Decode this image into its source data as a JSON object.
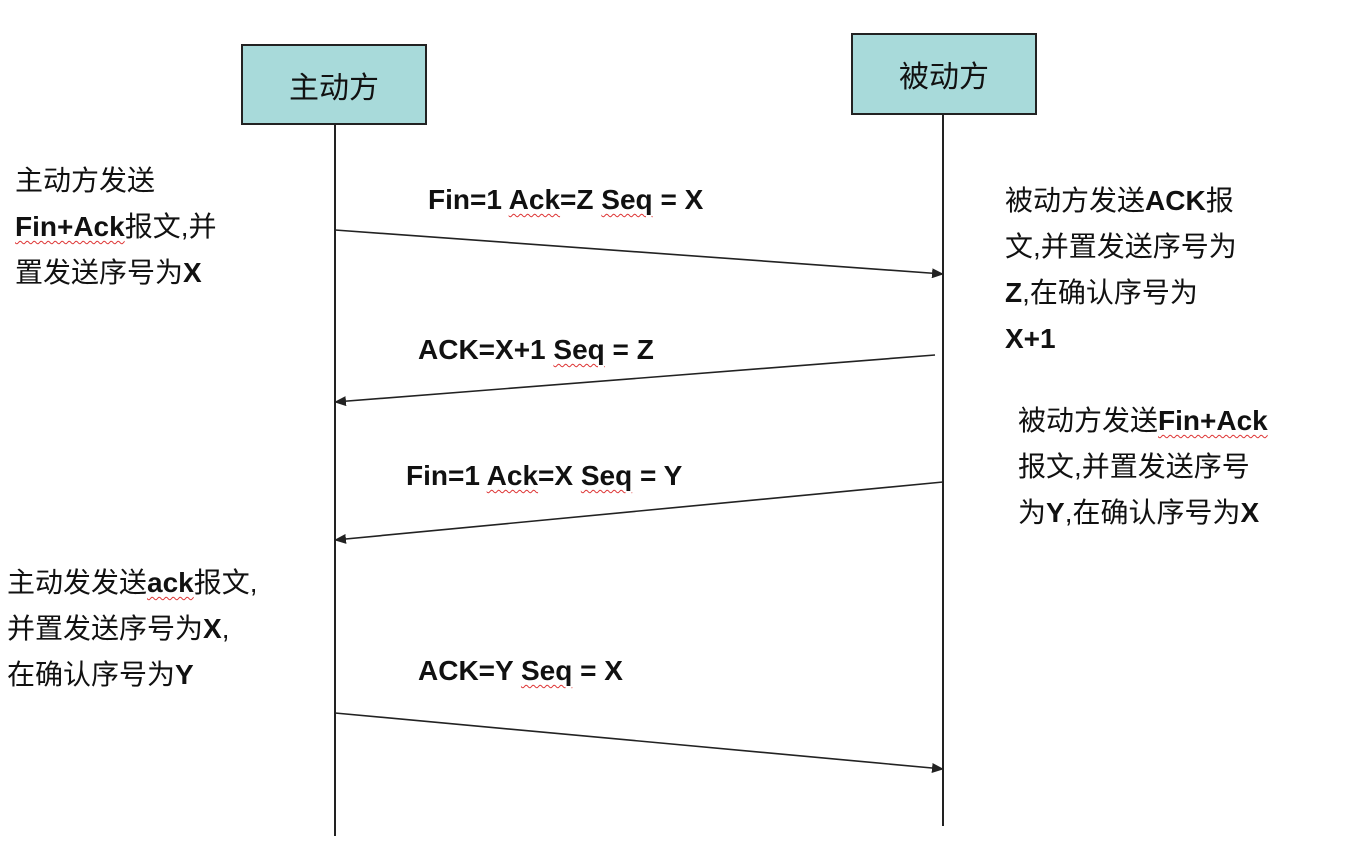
{
  "participants": {
    "active": "主动方",
    "passive": "被动方"
  },
  "messages": [
    {
      "label": "Fin=1 Ack=Z Seq = X",
      "from": "active",
      "to": "passive"
    },
    {
      "label": "ACK=X+1 Seq = Z",
      "from": "passive",
      "to": "active"
    },
    {
      "label": "Fin=1 Ack=X Seq = Y",
      "from": "passive",
      "to": "active"
    },
    {
      "label": "ACK=Y Seq = X",
      "from": "active",
      "to": "passive"
    }
  ],
  "notes": [
    {
      "lines": [
        [
          [
            "主动方发送",
            0
          ]
        ],
        [
          [
            "Fin+Ack",
            1,
            1
          ],
          [
            "报文,并",
            0
          ]
        ],
        [
          [
            "置发送序号为",
            0
          ],
          [
            "X",
            1
          ]
        ]
      ]
    },
    {
      "lines": [
        [
          [
            "被动方发送",
            0
          ],
          [
            "ACK",
            1
          ],
          [
            "报",
            0
          ]
        ],
        [
          [
            "文,并置发送序号为",
            0
          ]
        ],
        [
          [
            "Z",
            1
          ],
          [
            ",在确认序号为",
            0
          ]
        ],
        [
          [
            "X+1",
            1
          ]
        ]
      ]
    },
    {
      "lines": [
        [
          [
            "被动方发送",
            0
          ],
          [
            "Fin+Ack",
            1,
            1
          ]
        ],
        [
          [
            "报文,并置发送序号",
            0
          ]
        ],
        [
          [
            "为",
            0
          ],
          [
            "Y",
            1
          ],
          [
            ",在确认序号为",
            0
          ],
          [
            "X",
            1
          ]
        ]
      ]
    },
    {
      "lines": [
        [
          [
            "主动发发送",
            0
          ],
          [
            "ack",
            1,
            1
          ],
          [
            "报文,",
            0
          ]
        ],
        [
          [
            "并置发送序号为",
            0
          ],
          [
            "X",
            1
          ],
          [
            ",",
            0
          ]
        ],
        [
          [
            "在确认序号为",
            0
          ],
          [
            "Y",
            1
          ]
        ]
      ]
    }
  ],
  "colors": {
    "box": "#a8dada",
    "line": "#222222"
  }
}
